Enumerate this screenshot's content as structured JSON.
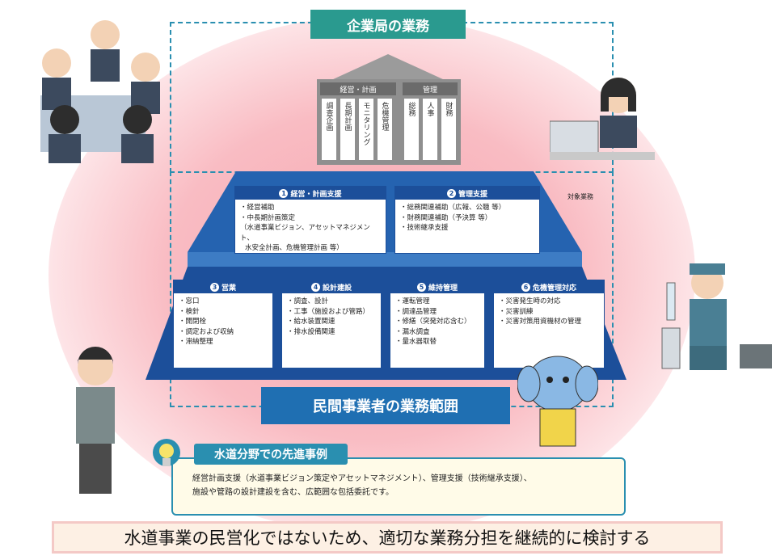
{
  "title": "企業局の業務",
  "management": {
    "group1_label": "経営・計画",
    "group2_label": "管理",
    "pillars": [
      "調査企画",
      "長期計画",
      "モニタリング",
      "危機管理",
      "総務",
      "人事",
      "財務"
    ]
  },
  "target_label": "対象業務",
  "cards": [
    {
      "num": "1",
      "title": "経営・計画支援",
      "items": [
        "・経営補助",
        "・中長期計画策定",
        "（水道事業ビジョン、アセットマネジメント、",
        "水安全計画、危機管理計画 等）"
      ]
    },
    {
      "num": "2",
      "title": "管理支援",
      "items": [
        "・総務関連補助（広報、公聴 等）",
        "・財務関連補助（予決算 等）",
        "・技術継承支援"
      ]
    },
    {
      "num": "3",
      "title": "営業",
      "items": [
        "・窓口",
        "・検針",
        "・開閉栓",
        "・調定および収納",
        "・滞納整理"
      ]
    },
    {
      "num": "4",
      "title": "設計建設",
      "items": [
        "・調査、設計",
        "・工事（施設および管路）",
        "・給水装置関連",
        "・排水設備関連"
      ]
    },
    {
      "num": "5",
      "title": "維持管理",
      "items": [
        "・運転管理",
        "・調達品管理",
        "・修繕（突発対応含む）",
        "・漏水調査",
        "・量水器取替"
      ]
    },
    {
      "num": "6",
      "title": "危機管理対応",
      "items": [
        "・災害発生時の対応",
        "・災害訓練",
        "・災害対策用資機材の管理"
      ]
    }
  ],
  "scope_label": "民間事業者の業務範囲",
  "case": {
    "header": "水道分野での先進事例",
    "line1": "経営計画支援（水道事業ビジョン策定やアセットマネジメント）、管理支援（技術継承支援）、",
    "line2": "施設や管路の設計建設を含む、広範囲な包括委託です。"
  },
  "bottom_message": "水道事業の民営化ではないため、適切な業務分担を継続的に検討する",
  "colors": {
    "teal": "#2a9a8f",
    "navy": "#1c4f9a",
    "blue": "#1f6fb2",
    "pink": "#f7a7b0"
  }
}
